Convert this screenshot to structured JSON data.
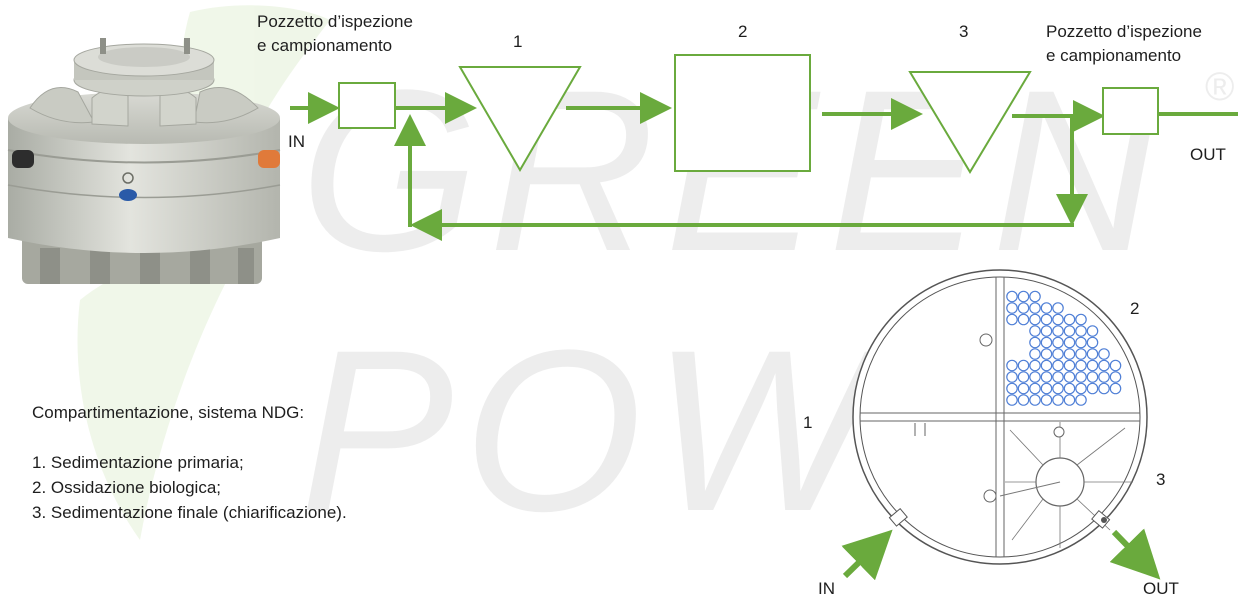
{
  "watermark": {
    "line1": "GREEN",
    "line2": "POW",
    "mark": "®"
  },
  "flow_diagram": {
    "inspection_in": {
      "line1": "Pozzetto d’ispezione",
      "line2": "e campionamento"
    },
    "inspection_out": {
      "line1": "Pozzetto d’ispezione",
      "line2": "e campionamento"
    },
    "stage1_label": "1",
    "stage2_label": "2",
    "stage3_label": "3",
    "in_label": "IN",
    "out_label": "OUT",
    "line_color": "#6aaa3d"
  },
  "tank_plan": {
    "label_1": "1",
    "label_2": "2",
    "label_3": "3",
    "in_label": "IN",
    "out_label": "OUT",
    "media_color": "#4f7fd6"
  },
  "description": {
    "heading": "Compartimentazione, sistema NDG:",
    "items": [
      "1. Sedimentazione primaria;",
      "2. Ossidazione biologica;",
      "3. Sedimentazione finale (chiarificazione)."
    ]
  }
}
